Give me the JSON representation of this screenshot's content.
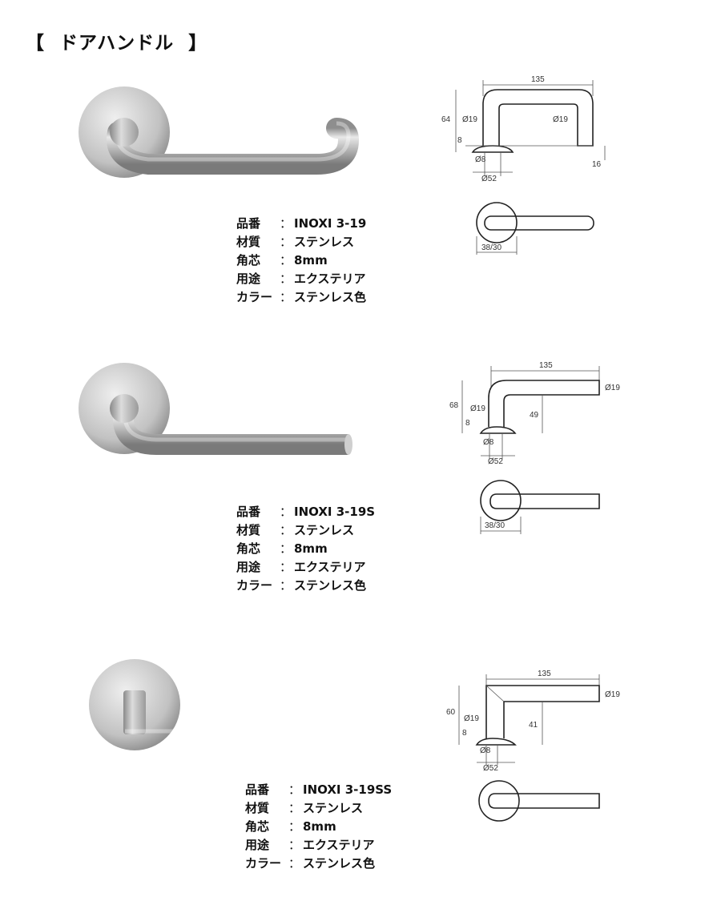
{
  "page": {
    "title": "【  ドアハンドル  】"
  },
  "labels": {
    "part_no": "品番",
    "material": "材質",
    "spindle": "角芯",
    "use": "用途",
    "color": "カラー",
    "separator": "："
  },
  "products": [
    {
      "part_no": "INOXI 3-19",
      "material": "ステンレス",
      "spindle": "8mm",
      "use": "エクステリア",
      "color": "ステンレス色",
      "dims": {
        "width": "135",
        "height": "64",
        "d1": "Ø19",
        "d2": "Ø19",
        "h8": "8",
        "h16": "16",
        "s8": "Ø8",
        "rose": "Ø52",
        "rose_w": "38/30"
      }
    },
    {
      "part_no": "INOXI 3-19S",
      "material": "ステンレス",
      "spindle": "8mm",
      "use": "エクステリア",
      "color": "ステンレス色",
      "dims": {
        "width": "135",
        "height": "68",
        "d1": "Ø19",
        "d2": "Ø19",
        "h8": "8",
        "drop": "49",
        "s8": "Ø8",
        "rose": "Ø52",
        "rose_w": "38/30"
      }
    },
    {
      "part_no": "INOXI 3-19SS",
      "material": "ステンレス",
      "spindle": "8mm",
      "use": "エクステリア",
      "color": "ステンレス色",
      "dims": {
        "width": "135",
        "height": "60",
        "d1": "Ø19",
        "d2": "Ø19",
        "h8": "8",
        "drop": "41",
        "s8": "Ø8",
        "rose": "Ø52"
      }
    }
  ],
  "colors": {
    "steel_light": "#e6e6e6",
    "steel_mid": "#b4b4b4",
    "steel_dark": "#7c7c7c"
  }
}
